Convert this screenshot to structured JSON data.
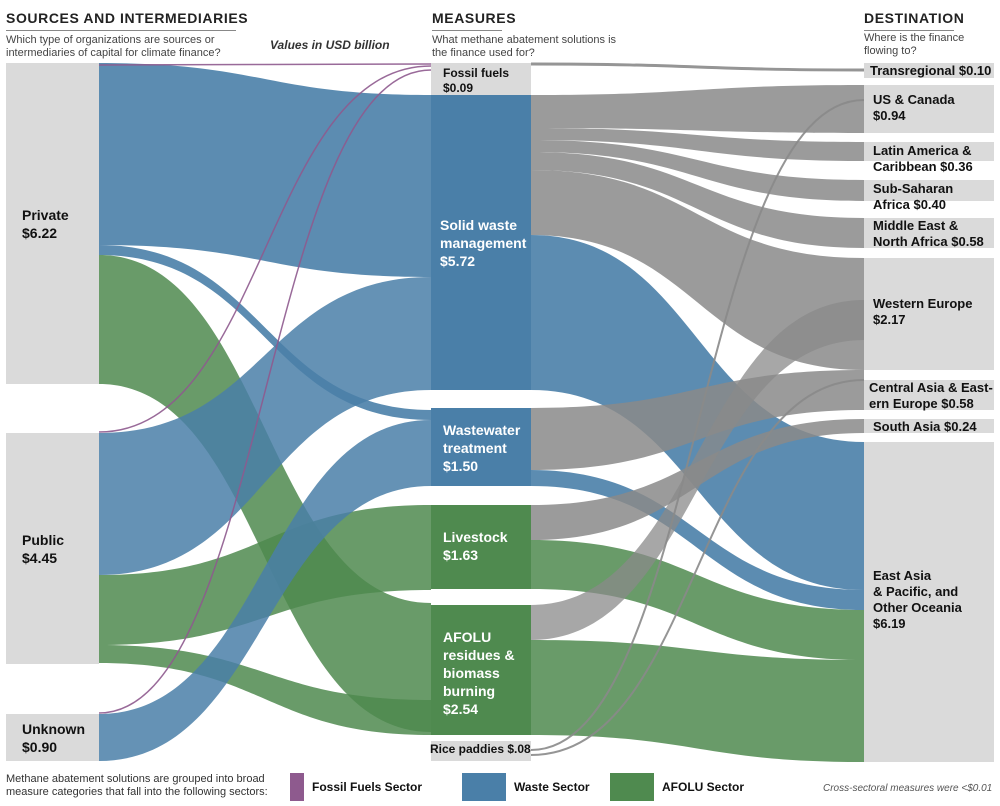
{
  "headers": {
    "sources": {
      "title": "SOURCES AND INTERMEDIARIES",
      "subtitle": "Which type of organizations are sources or intermediaries of capital for climate finance?"
    },
    "measures": {
      "title": "MEASURES",
      "subtitle": "What methane abatement solutions is the finance used for?"
    },
    "destination": {
      "title": "DESTINATION",
      "subtitle": "Where is the finance flowing to?"
    }
  },
  "units_note": "Values in USD billion",
  "colors": {
    "fossil": "#8e5a8e",
    "waste": "#4a7fa8",
    "afolu": "#4f8a4f",
    "grey": "#8a8a8a",
    "node": "#dadada"
  },
  "sources": [
    {
      "name": "Private",
      "value": "$6.22"
    },
    {
      "name": "Public",
      "value": "$4.45"
    },
    {
      "name": "Unknown",
      "value": "$0.90"
    }
  ],
  "measures": [
    {
      "name": "Fossil fuels",
      "value": "$0.09"
    },
    {
      "name": "Solid waste management",
      "value": "$5.72"
    },
    {
      "name": "Wastewater treatment",
      "value": "$1.50"
    },
    {
      "name": "Livestock",
      "value": "$1.63"
    },
    {
      "name": "AFOLU residues & biomass burning",
      "value": "$2.54"
    },
    {
      "name": "Rice paddies",
      "value": "$.08"
    }
  ],
  "measure_lines": {
    "solid": [
      "Solid waste",
      "management",
      "$5.72"
    ],
    "wastewater": [
      "Wastewater",
      "treatment",
      "$1.50"
    ],
    "livestock": [
      "Livestock",
      "$1.63"
    ],
    "afolu": [
      "AFOLU",
      "residues &",
      "biomass",
      "burning",
      "$2.54"
    ],
    "fossil": [
      "Fossil fuels",
      "$0.09"
    ],
    "rice": "Rice paddies $.08"
  },
  "destinations": [
    {
      "name": "Transregional",
      "value": "$0.10",
      "lines": [
        "Transregional $0.10"
      ]
    },
    {
      "name": "US & Canada",
      "value": "$0.94",
      "lines": [
        "US & Canada",
        "$0.94"
      ]
    },
    {
      "name": "Latin America & Caribbean",
      "value": "$0.36",
      "lines": [
        "Latin America &",
        "Caribbean $0.36"
      ]
    },
    {
      "name": "Sub-Saharan Africa",
      "value": "$0.40",
      "lines": [
        "Sub-Saharan",
        "Africa $0.40"
      ]
    },
    {
      "name": "Middle East & North Africa",
      "value": "$0.58",
      "lines": [
        "Middle East &",
        "North Africa $0.58"
      ]
    },
    {
      "name": "Western Europe",
      "value": "$2.17",
      "lines": [
        "Western Europe",
        "$2.17"
      ]
    },
    {
      "name": "Central Asia & Eastern Europe",
      "value": "$0.58",
      "lines": [
        "Central Asia & East-",
        "ern Europe $0.58"
      ]
    },
    {
      "name": "South Asia",
      "value": "$0.24",
      "lines": [
        "South Asia $0.24"
      ]
    },
    {
      "name": "East Asia & Pacific, and Other Oceania",
      "value": "$6.19",
      "lines": [
        "East Asia",
        "& Pacific, and",
        "Other Oceania",
        "$6.19"
      ]
    }
  ],
  "legend": {
    "intro": "Methane abatement solutions are grouped into broad measure categories that fall into the following sectors:",
    "items": [
      {
        "label": "Fossil Fuels Sector",
        "color": "#8e5a8e"
      },
      {
        "label": "Waste Sector",
        "color": "#4a7fa8"
      },
      {
        "label": "AFOLU Sector",
        "color": "#4f8a4f"
      }
    ],
    "note": "Cross-sectoral measures were <$0.01"
  }
}
